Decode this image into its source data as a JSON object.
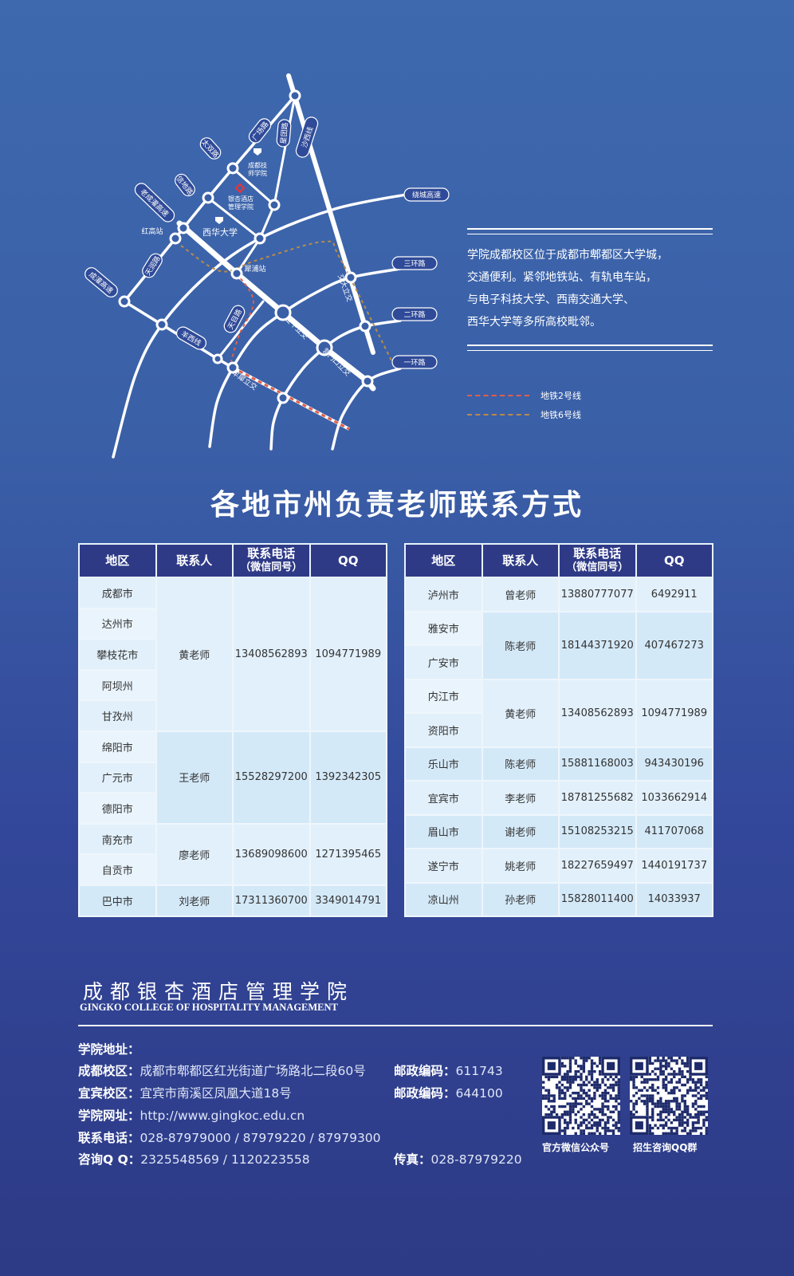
{
  "map": {
    "roads": {
      "guangchang": "广场路",
      "taishuang": "太双路",
      "xiandu": "信地路",
      "laochengguan": "老成灌高速",
      "tianrun": "天润路",
      "chengguan": "成灌高速",
      "xingtuan": "星团路",
      "shaxi": "沙西线",
      "raocheng": "绕城高速",
      "sanhuan": "三环路",
      "erhuan": "二环路",
      "yihuan": "一环路",
      "yangxi": "羊西线",
      "tianmu": "天目路"
    },
    "places": {
      "jishi": "成都技\n师学院",
      "college": "银杏酒店\n管理学院",
      "xihua": "西华大学",
      "honggao": "红高站",
      "xipu": "犀浦站",
      "jiaoda": "交大立交",
      "jinniu": "金牛立交",
      "chamenkou": "营门口立交",
      "yangxi_jc": "羊犀立交"
    },
    "colors": {
      "line2": "#e0604a",
      "line6": "#b88a4a"
    }
  },
  "intro": {
    "text": "学院成都校区位于成都市郫都区大学城，交通便利。紧邻地铁站、有轨电车站，与电子科技大学、西南交通大学、西华大学等多所高校毗邻。",
    "lines": [
      "学院成都校区位于成都市郫都区大学城，",
      "交通便利。紧邻地铁站、有轨电车站，",
      "与电子科技大学、西南交通大学、",
      "西华大学等多所高校毗邻。"
    ]
  },
  "legend": {
    "line2": "地铁2号线",
    "line6": "地铁6号线"
  },
  "title": "各地市州负责老师联系方式",
  "headers": {
    "region": "地区",
    "contact": "联系人",
    "phone": "联系电话",
    "phone_note": "（微信同号）",
    "qq": "QQ"
  },
  "left_table": [
    {
      "regions": [
        "成都市",
        "达州市",
        "攀枝花市",
        "阿坝州",
        "甘孜州"
      ],
      "teacher": "黄老师",
      "phone": "13408562893",
      "qq": "1094771989"
    },
    {
      "regions": [
        "绵阳市",
        "广元市",
        "德阳市"
      ],
      "teacher": "王老师",
      "phone": "15528297200",
      "qq": "1392342305"
    },
    {
      "regions": [
        "南充市",
        "自贡市"
      ],
      "teacher": "廖老师",
      "phone": "13689098600",
      "qq": "1271395465"
    },
    {
      "regions": [
        "巴中市"
      ],
      "teacher": "刘老师",
      "phone": "17311360700",
      "qq": "3349014791"
    }
  ],
  "right_table": [
    {
      "regions": [
        "泸州市"
      ],
      "teacher": "曾老师",
      "phone": "13880777077",
      "qq": "6492911"
    },
    {
      "regions": [
        "雅安市",
        "广安市"
      ],
      "teacher": "陈老师",
      "phone": "18144371920",
      "qq": "407467273"
    },
    {
      "regions": [
        "内江市",
        "资阳市"
      ],
      "teacher": "黄老师",
      "phone": "13408562893",
      "qq": "1094771989"
    },
    {
      "regions": [
        "乐山市"
      ],
      "teacher": "陈老师",
      "phone": "15881168003",
      "qq": "943430196"
    },
    {
      "regions": [
        "宜宾市"
      ],
      "teacher": "李老师",
      "phone": "18781255682",
      "qq": "1033662914"
    },
    {
      "regions": [
        "眉山市"
      ],
      "teacher": "谢老师",
      "phone": "15108253215",
      "qq": "411707068"
    },
    {
      "regions": [
        "遂宁市"
      ],
      "teacher": "姚老师",
      "phone": "18227659497",
      "qq": "1440191737"
    },
    {
      "regions": [
        "凉山州"
      ],
      "teacher": "孙老师",
      "phone": "15828011400",
      "qq": "14033937"
    }
  ],
  "footer": {
    "name_cn": "成都银杏酒店管理学院",
    "name_en": "GINGKO COLLEGE OF HOSPITALITY MANAGEMENT",
    "addr_label": "学院地址：",
    "cd_label": "成都校区：",
    "cd_addr": "成都市郫都区红光街道广场路北二段60号",
    "cd_zip_label": "邮政编码：",
    "cd_zip": "611743",
    "yb_label": "宜宾校区：",
    "yb_addr": "宜宾市南溪区凤凰大道18号",
    "yb_zip_label": "邮政编码：",
    "yb_zip": "644100",
    "web_label": "学院网址：",
    "web": "http://www.gingkoc.edu.cn",
    "tel_label": "联系电话：",
    "tel": "028-87979000 / 87979220 / 87979300",
    "qq_label": "咨询Q Q：",
    "qq": "2325548569 / 1120223558",
    "fax_label": "传真：",
    "fax": "028-87979220",
    "qr1": "官方微信公众号",
    "qr2": "招生咨询QQ群"
  }
}
